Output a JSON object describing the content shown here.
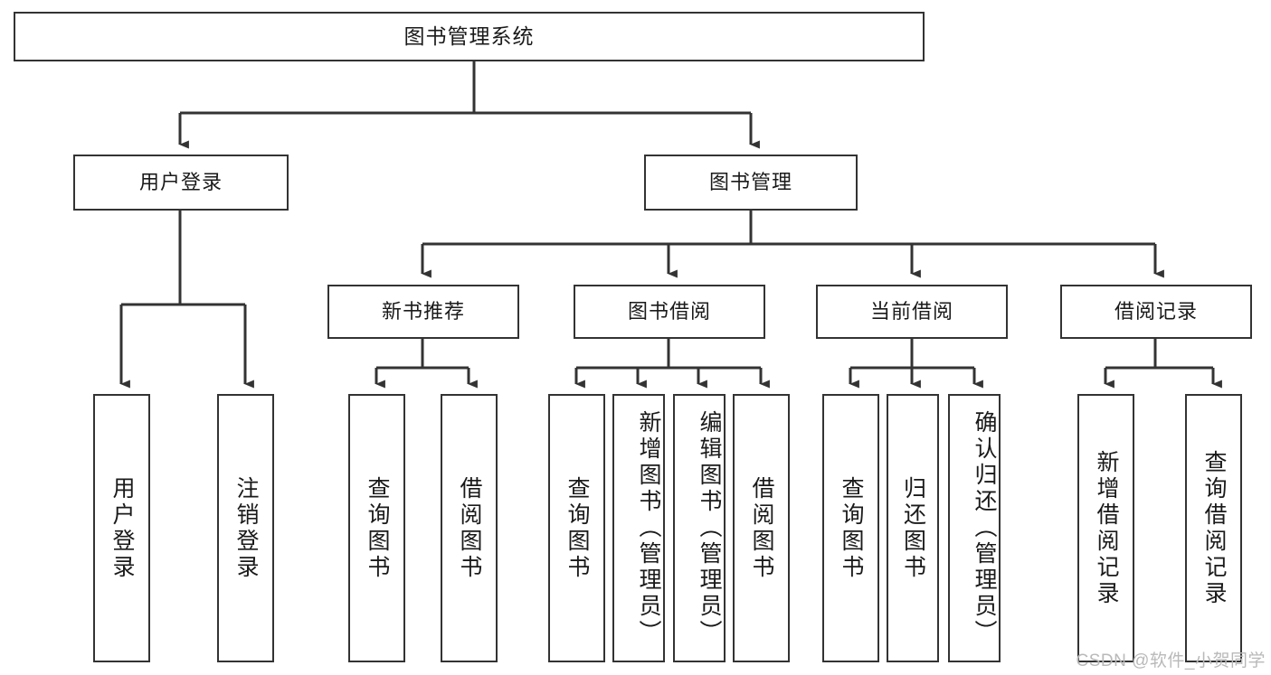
{
  "diagram": {
    "title": "图书管理系统",
    "watermark": "CSDN @软件_小贺同学",
    "colors": {
      "stroke": "#333333",
      "fill": "#ffffff",
      "text": "#1a1a1a",
      "watermark": "#b9b9b9"
    },
    "root": {
      "label": "图书管理系统"
    },
    "level2": [
      {
        "label": "用户登录"
      },
      {
        "label": "图书管理"
      }
    ],
    "level3": [
      {
        "label": "新书推荐"
      },
      {
        "label": "图书借阅"
      },
      {
        "label": "当前借阅"
      },
      {
        "label": "借阅记录"
      }
    ],
    "leaves": {
      "user_login": [
        {
          "label": "用户登录"
        },
        {
          "label": "注销登录"
        }
      ],
      "new_book_recommend": [
        {
          "label": "查询图书"
        },
        {
          "label": "借阅图书"
        }
      ],
      "book_borrow": [
        {
          "label": "查询图书"
        },
        {
          "label": "新增图书（管理员）"
        },
        {
          "label": "编辑图书（管理员）"
        },
        {
          "label": "借阅图书"
        }
      ],
      "current_borrow": [
        {
          "label": "查询图书"
        },
        {
          "label": "归还图书"
        },
        {
          "label": "确认归还（管理员）"
        }
      ],
      "borrow_record": [
        {
          "label": "新增借阅记录"
        },
        {
          "label": "查询借阅记录"
        }
      ]
    }
  }
}
